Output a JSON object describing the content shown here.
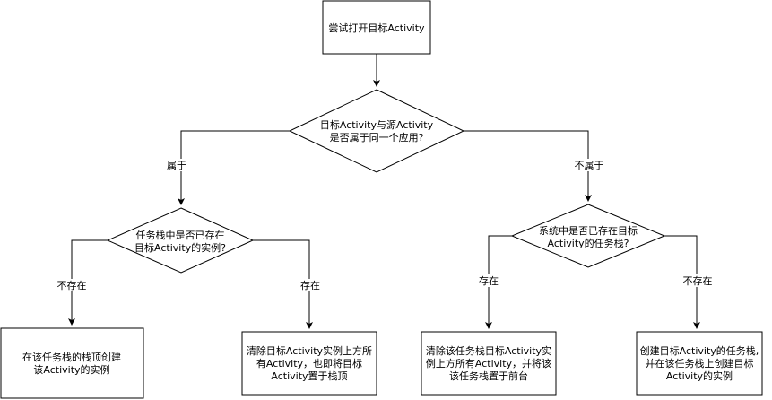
{
  "nodes": {
    "start": {
      "lines": [
        "尝试打开目标Activity"
      ]
    },
    "decision_same_app": {
      "lines": [
        "目标Activity与源Activity",
        "是否属于同一个应用?"
      ]
    },
    "decision_instance": {
      "lines": [
        "任务栈中是否已存在",
        "目标Activity的实例?"
      ]
    },
    "decision_task": {
      "lines": [
        "系统中是否已存在目标",
        "Activity的任务栈?"
      ]
    },
    "result_create_top": {
      "lines": [
        "在该任务栈的栈顶创建",
        "该Activity的实例"
      ]
    },
    "result_clear_top": {
      "lines": [
        "清除目标Activity实例上方所",
        "有Activity，也即将目标",
        "Activity置于栈顶"
      ]
    },
    "result_clear_move": {
      "lines": [
        "清除该任务栈目标Activity实",
        "例上方所有Activity，并将该",
        "该任务栈置于前台"
      ]
    },
    "result_create_task": {
      "lines": [
        "创建目标Activity的任务栈,",
        "并在该任务栈上创建目标",
        "Activity的实例"
      ]
    }
  },
  "edges": {
    "belongs": "属于",
    "not_belongs": "不属于",
    "not_exist_left": "不存在",
    "exist_left": "存在",
    "exist_right": "存在",
    "not_exist_right": "不存在"
  },
  "colors": {
    "stroke": "#000000",
    "fill": "#ffffff",
    "text": "#000000"
  }
}
